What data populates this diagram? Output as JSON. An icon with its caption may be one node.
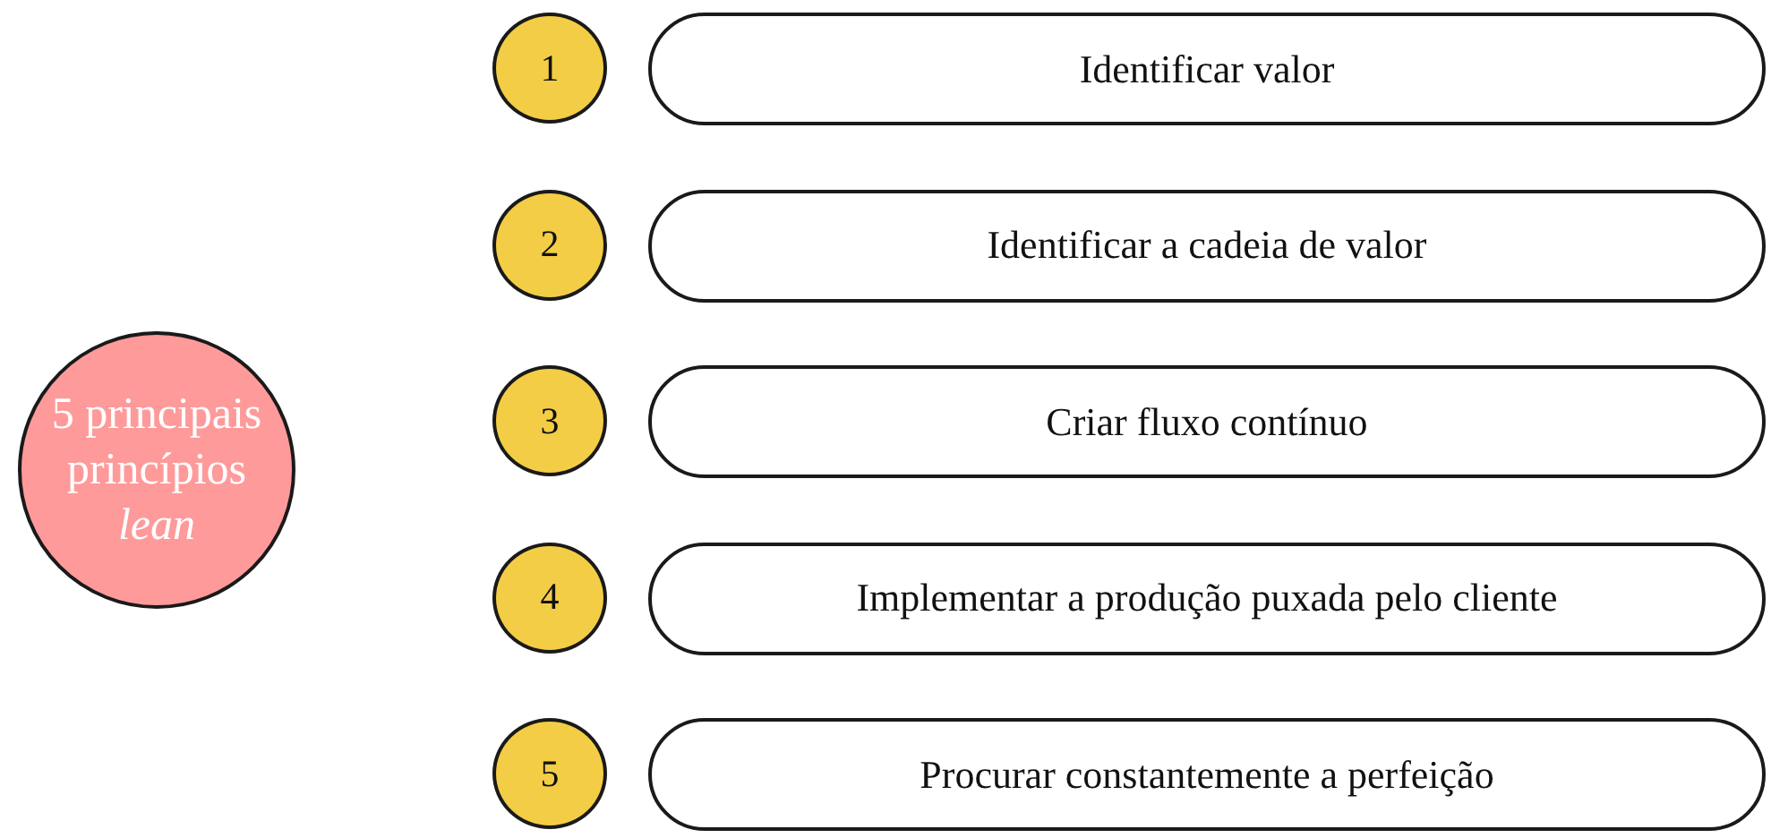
{
  "diagram": {
    "nodes": [
      {
        "text": [
          "5 principais princípios *lean*"
        ]
      },
      {
        "text": [
          "1"
        ]
      },
      {
        "text": [
          "Identificar valor"
        ]
      },
      {
        "text": [
          "2"
        ]
      },
      {
        "text": [
          "Identificar a cadeia de valor"
        ]
      },
      {
        "text": [
          "3"
        ]
      },
      {
        "text": [
          "Criar fluxo contínuo"
        ]
      },
      {
        "text": [
          "4"
        ]
      },
      {
        "text": [
          "Implementar a produção puxada pelo cliente"
        ]
      },
      {
        "text": [
          "5"
        ]
      },
      {
        "text": [
          "Procurar constantemente a perfeição"
        ]
      }
    ]
  }
}
